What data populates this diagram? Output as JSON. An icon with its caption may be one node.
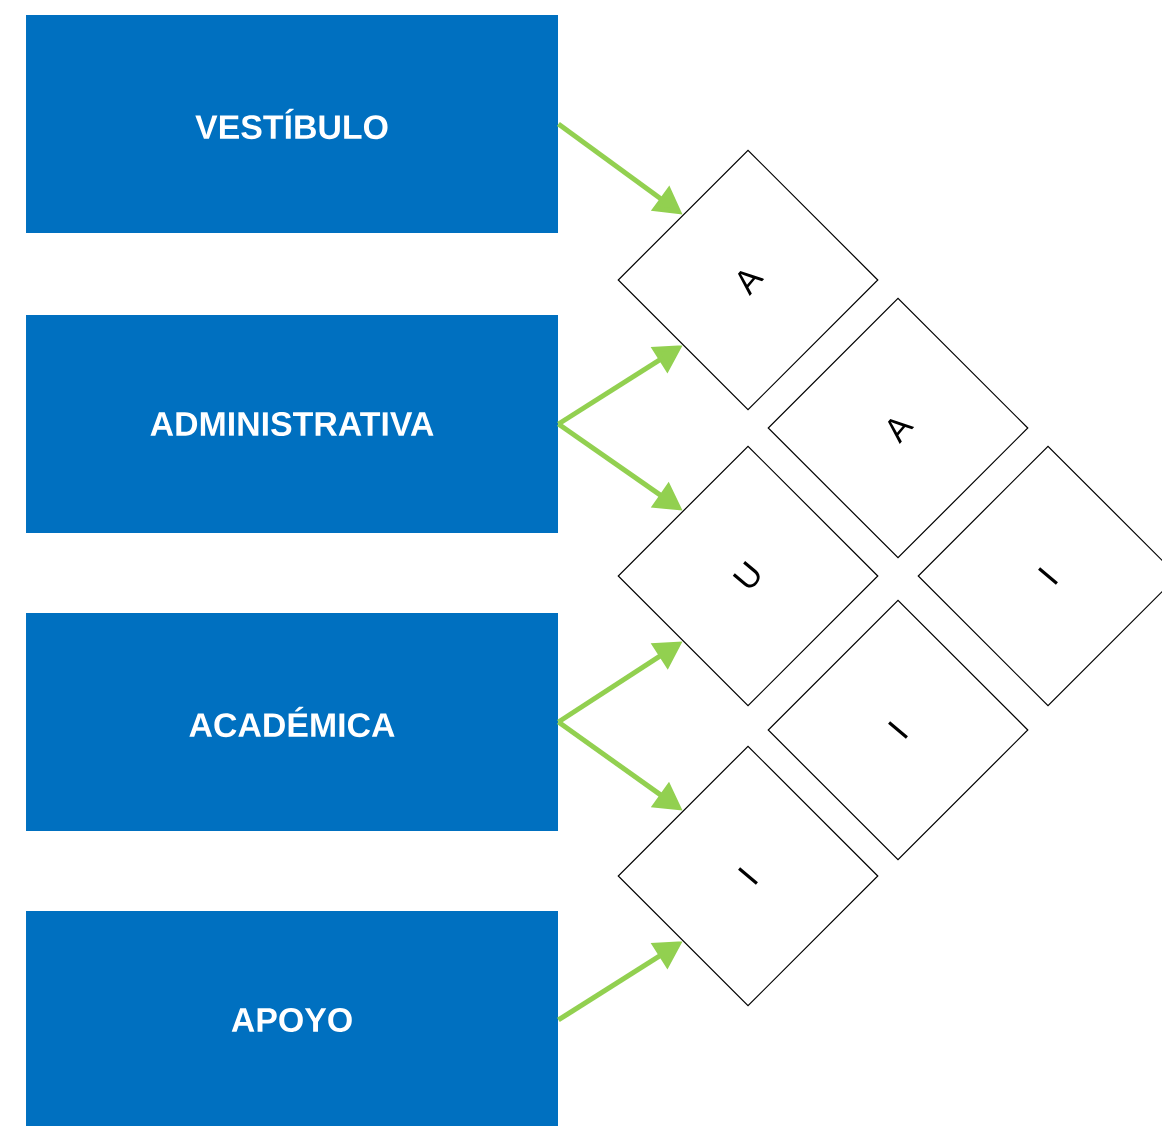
{
  "diagram": {
    "nodes": [
      {
        "text": [
          "VESTÍBULO"
        ]
      },
      {
        "text": [
          "ADMINISTRATIVA"
        ]
      },
      {
        "text": [
          "ACADÉMICA"
        ]
      },
      {
        "text": [
          "APOYO"
        ]
      },
      {
        "text": [
          "A"
        ]
      },
      {
        "text": [
          "A"
        ]
      },
      {
        "text": [
          "U"
        ]
      },
      {
        "text": [
          "I"
        ]
      },
      {
        "text": [
          "I"
        ]
      },
      {
        "text": [
          "I"
        ]
      }
    ],
    "edges": [
      {
        "from": 0,
        "to": 4,
        "arrow": "to"
      },
      {
        "from": 1,
        "to": 4,
        "arrow": "to"
      },
      {
        "from": 1,
        "to": 6,
        "arrow": "to"
      },
      {
        "from": 2,
        "to": 6,
        "arrow": "to"
      },
      {
        "from": 2,
        "to": 9,
        "arrow": "to"
      },
      {
        "from": 3,
        "to": 9,
        "arrow": "to"
      }
    ]
  }
}
